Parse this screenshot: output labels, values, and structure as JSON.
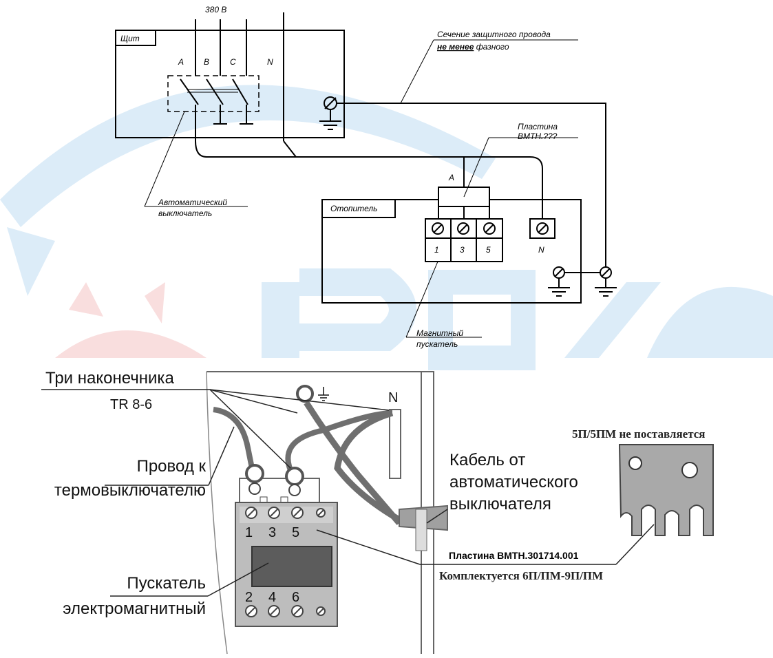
{
  "schematic": {
    "voltage": "380 В",
    "panel_label": "Щит",
    "phase_labels": [
      "A",
      "B",
      "C"
    ],
    "neutral_label": "N",
    "breaker_label": [
      "Автоматический",
      "выключатель"
    ],
    "wire_note": [
      "Сечение защитного провода",
      "не менее",
      " фазного"
    ],
    "plate_label": [
      "Пластина",
      "ВМТН.???"
    ],
    "plate_phase": "A",
    "heater_label": "Отопитель",
    "terminal_numbers": [
      "1",
      "3",
      "5"
    ],
    "terminal_n": "N",
    "starter_label": [
      "Магнитный",
      "пускатель"
    ]
  },
  "photo": {
    "lugs_label": "Три наконечника",
    "lugs_model": "TR 8-6",
    "neutral": "N",
    "wire_label": [
      "Провод к",
      "термовыключателю"
    ],
    "cable_label": [
      "Кабель от",
      "автоматического",
      "выключателя"
    ],
    "starter_label": [
      "Пускатель",
      "электромагнитный"
    ],
    "top_terminals": [
      "1",
      "3",
      "5"
    ],
    "bottom_terminals": [
      "2",
      "4",
      "6"
    ],
    "plate_name": "Пластина ВМТН.301714.001",
    "plate_supplied": "Комплектуется 6П/ПМ-9П/ПМ",
    "plate_not_supplied": "5П/5ПМ не поставляется"
  },
  "colors": {
    "watermark_blue": "#dcecf8",
    "watermark_red": "#f9dede",
    "photo_gray": "#6f6f6f",
    "ink": "#000000"
  }
}
